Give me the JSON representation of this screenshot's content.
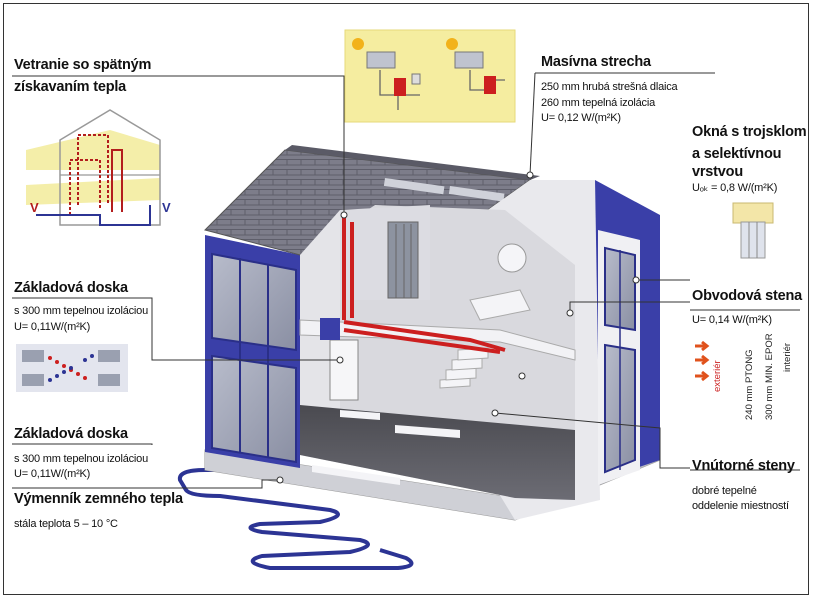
{
  "callouts": {
    "ventilation": {
      "title_line1": "Vetranie so spätným",
      "title_line2": "získavaním tepla"
    },
    "roof": {
      "title": "Masívna strecha",
      "line1": "250 mm hrubá strešná dlaica",
      "line2": "260 mm tepelná izolácia",
      "line3": "U= 0,12 W/(m²K)"
    },
    "windows": {
      "title_line1": "Okná s trojsklom",
      "title_line2": "a selektívnou",
      "title_line3": "vrstvou",
      "line1": "Uₒₖ = 0,8 W/(m²K)"
    },
    "wall": {
      "title": "Obvodová stena",
      "line1": "U= 0,14 W/(m²K)",
      "vert1": "exteriér",
      "vert2": "240 mm PTONG",
      "vert3": "300 mm MIN. EPOR",
      "vert4": "interiér"
    },
    "base1": {
      "title": "Základová doska",
      "line1": "s 300 mm tepelnou izoláciou",
      "line2": "U= 0,11W/(m²K)"
    },
    "base2": {
      "title": "Základová doska",
      "line1": "s 300 mm tepelnou izoláciou",
      "line2": "U= 0,11W/(m²K)"
    },
    "exchanger": {
      "title": "Výmenník zemného tepla",
      "line1": "stála teplota 5 – 10 °C"
    },
    "inner": {
      "title": "Vnútorné steny",
      "line1": "dobré tepelné",
      "line2": "oddelenie miestností"
    }
  },
  "colors": {
    "roof": "#7b7b88",
    "facade_blue": "#3a3fa8",
    "wall_light": "#e6e6ea",
    "pipe_red": "#cc1f1f",
    "solar_bg": "#f5eda0",
    "ground_loop": "#2c3494"
  }
}
